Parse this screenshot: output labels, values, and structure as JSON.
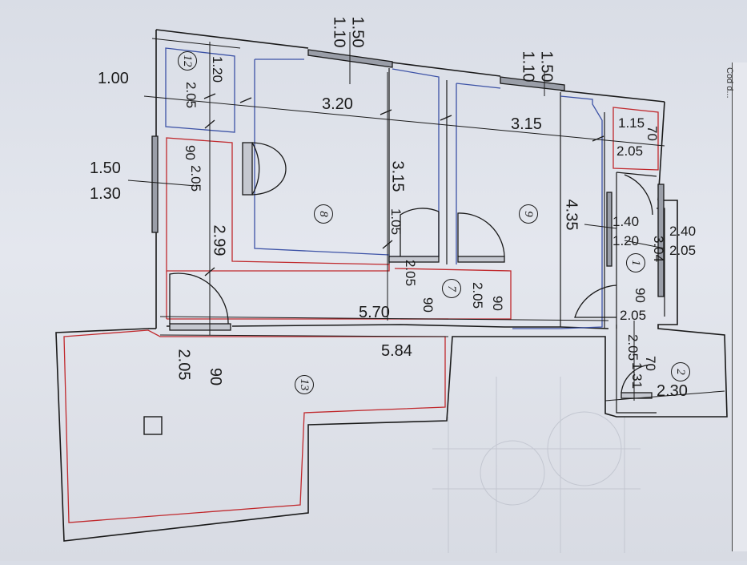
{
  "plan": {
    "dimensions": [
      {
        "id": "top-window-1-width",
        "text": "1.50"
      },
      {
        "id": "top-window-1-sill",
        "text": "1.10"
      },
      {
        "id": "top-window-2-width",
        "text": "1.50"
      },
      {
        "id": "top-window-2-sill",
        "text": "1.10"
      },
      {
        "id": "wall-offset",
        "text": "1.00"
      },
      {
        "id": "bath-door-width",
        "text": "1.20"
      },
      {
        "id": "bath-door-height",
        "text": "2.05"
      },
      {
        "id": "room8-width",
        "text": "3.20"
      },
      {
        "id": "room9-width",
        "text": "3.15"
      },
      {
        "id": "small-room-width",
        "text": "1.15"
      },
      {
        "id": "small-room-door-height",
        "text": "2.05"
      },
      {
        "id": "small-room-door-width",
        "text": "70"
      },
      {
        "id": "side-window-width",
        "text": "1.50"
      },
      {
        "id": "side-window-sill",
        "text": "1.30"
      },
      {
        "id": "hall-door-width",
        "text": "90"
      },
      {
        "id": "hall-door-height",
        "text": "2.05"
      },
      {
        "id": "room8-length",
        "text": "3.15"
      },
      {
        "id": "room8-door-width",
        "text": "1.05"
      },
      {
        "id": "room9-length",
        "text": "4.35"
      },
      {
        "id": "hall-length",
        "text": "2.99"
      },
      {
        "id": "room7-door-height-a",
        "text": "2.05"
      },
      {
        "id": "room7-door-width-a",
        "text": "90"
      },
      {
        "id": "room7-door-height-b",
        "text": "2.05"
      },
      {
        "id": "room7-door-width-b",
        "text": "90"
      },
      {
        "id": "room7-width",
        "text": "5.70"
      },
      {
        "id": "room1-window-width",
        "text": "1.40"
      },
      {
        "id": "room1-window-sill",
        "text": "1.20"
      },
      {
        "id": "room1-length",
        "text": "3.04"
      },
      {
        "id": "room1-right-window-width",
        "text": "2.40"
      },
      {
        "id": "room1-right-door-height",
        "text": "2.05"
      },
      {
        "id": "room1-door-width",
        "text": "90"
      },
      {
        "id": "room1-door-height",
        "text": "2.05"
      },
      {
        "id": "room2-door-width",
        "text": "70"
      },
      {
        "id": "room2-door-height",
        "text": "2.05"
      },
      {
        "id": "room2-length",
        "text": "1.31"
      },
      {
        "id": "room2-width",
        "text": "2.30"
      },
      {
        "id": "terrace-door-height",
        "text": "2.05"
      },
      {
        "id": "terrace-door-width",
        "text": "90"
      },
      {
        "id": "terrace-width",
        "text": "5.84"
      }
    ],
    "rooms": [
      {
        "id": "room-8",
        "label": "8"
      },
      {
        "id": "room-9",
        "label": "9"
      },
      {
        "id": "room-7",
        "label": "7"
      },
      {
        "id": "room-1",
        "label": "1"
      },
      {
        "id": "room-2",
        "label": "2"
      },
      {
        "id": "room-13",
        "label": "13"
      },
      {
        "id": "room-12",
        "label": "12"
      }
    ],
    "edge_text": "Cod d...",
    "colors": {
      "wall": "#1a1a1a",
      "room_outline_red": "#c0282c",
      "room_outline_blue": "#3c52a6",
      "paper": "#e4e7ee"
    }
  }
}
